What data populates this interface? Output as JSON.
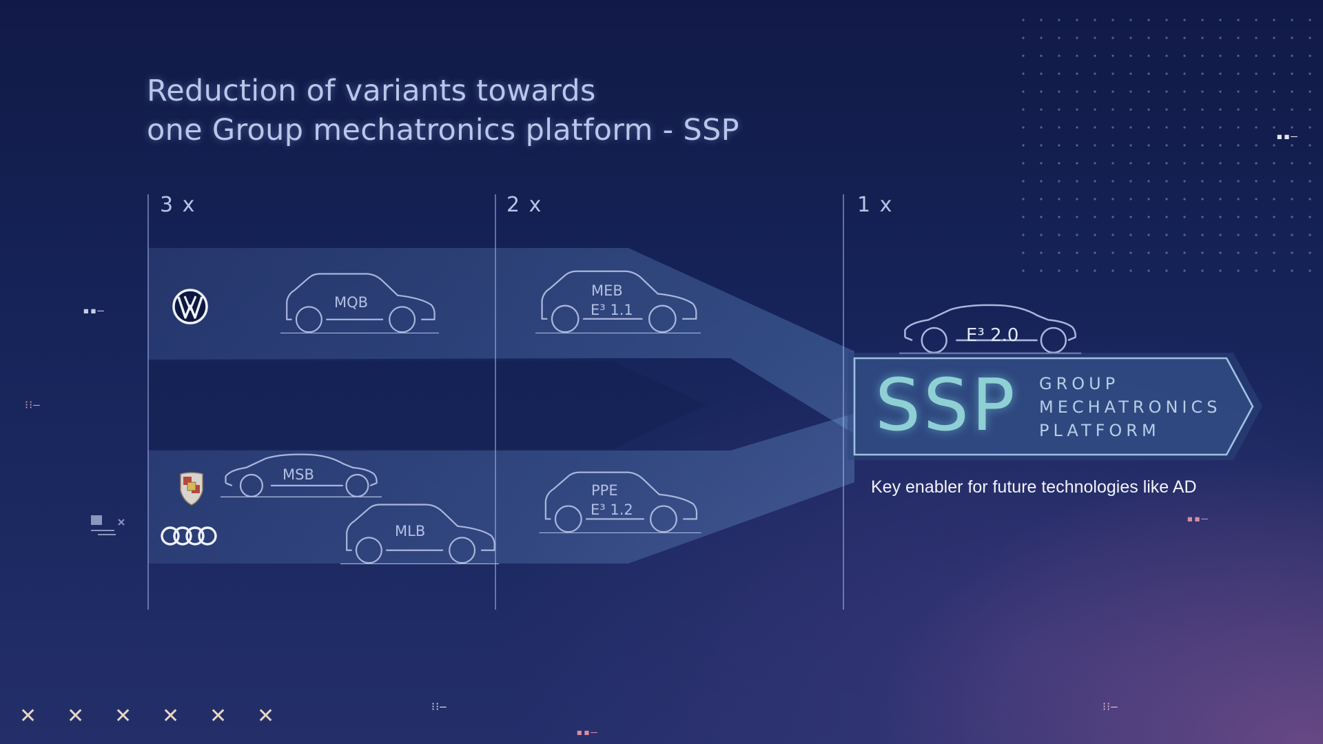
{
  "title": {
    "line1": "Reduction of variants towards",
    "line2": "one Group mechatronics platform - SSP"
  },
  "columns": [
    {
      "label": "3 x"
    },
    {
      "label": "2 x"
    },
    {
      "label": "1 x"
    }
  ],
  "platforms": {
    "mqb": "MQB",
    "msb": "MSB",
    "mlb": "MLB",
    "meb": {
      "line1": "MEB",
      "line2": "E³ 1.1"
    },
    "ppe": {
      "line1": "PPE",
      "line2": "E³ 1.2"
    },
    "e3": "E³ 2.0"
  },
  "ssp": {
    "acronym": "SSP",
    "line1": "GROUP",
    "line2": "MECHATRONICS",
    "line3": "PLATFORM",
    "tagline": "Key enabler for future technologies like AD"
  },
  "brands": [
    "vw-logo",
    "porsche-logo",
    "audi-logo"
  ],
  "decorations": {
    "x_marks": [
      "✕",
      "✕",
      "✕",
      "✕",
      "✕",
      "✕"
    ]
  },
  "colors": {
    "background_top": "#111a47",
    "background_bottom": "#242f6a",
    "accent_teal": "#8fd0d4",
    "outline": "#a9b6dd",
    "highlight_pink": "#d9a3b8"
  }
}
